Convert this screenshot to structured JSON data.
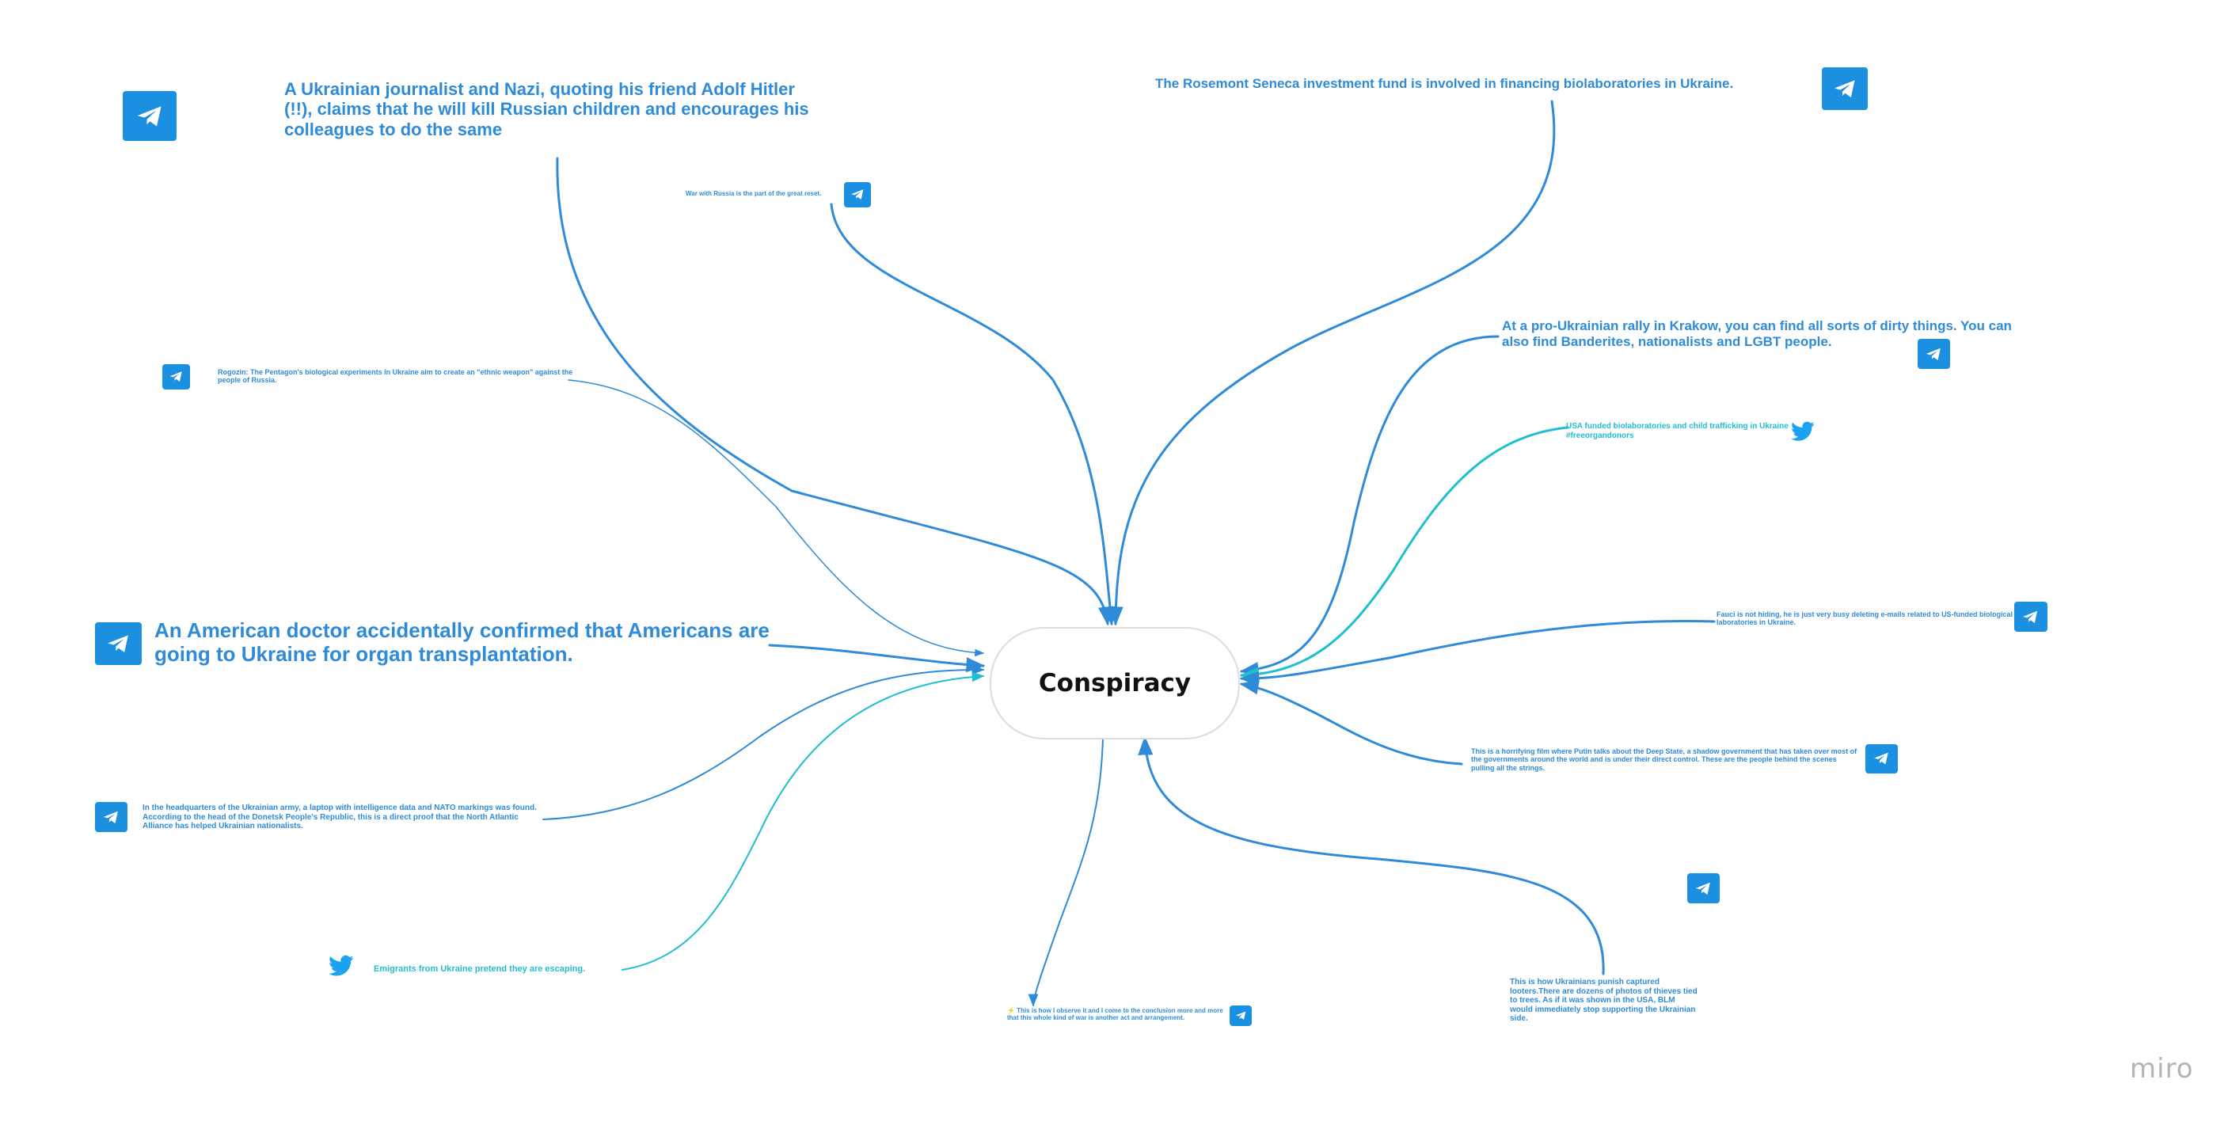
{
  "board": {
    "center_label": "Conspiracy",
    "logo_text": "miro",
    "link_color": "#2f8bd8",
    "teal_color": "#1fbfcf",
    "telegram_color": "#1b8fe0",
    "twitter_color": "#1da1f2"
  },
  "nodes": {
    "journalist_nazi": "A Ukrainian journalist and Nazi, quoting his friend Adolf Hitler (!!), claims that he will kill Russian children and encourages his colleagues to do the same",
    "great_reset": "War with Russia is the part of the great reset.",
    "rosemont": "The Rosemont Seneca investment fund is involved in financing biolaboratories in Ukraine.",
    "rogozin": "Rogozin: The Pentagon's biological experiments in Ukraine aim to create an \"ethnic weapon\" against the people of Russia.",
    "krakow": "At a pro-Ukrainian rally in Krakow, you can find all sorts of dirty things. You can also find Banderites, nationalists and LGBT people.",
    "trafficking": "USA funded biolaboratories and child trafficking in Ukraine #freeorgandonors",
    "organ_transplant": "An American doctor accidentally confirmed that Americans are going to Ukraine for organ transplantation.",
    "fauci": "Fauci is not hiding, he is just very busy deleting e-mails related to US-funded biological laboratories in Ukraine.",
    "deep_state": "This is a horrifying film where Putin talks about the Deep State, a shadow government that has taken over most of the governments around the world and is under their direct control. These are the people behind the scenes pulling all the strings.",
    "nato_laptop": "In the headquarters of the Ukrainian army, a laptop with intelligence data and NATO markings was found. According to the head of the Donetsk People's Republic, this is a direct proof that the North Atlantic Alliance has helped Ukrainian nationalists.",
    "emigrants": "Emigrants from Ukraine pretend they are escaping.",
    "arrangement": "⚡ This is how I observe it and I come to the conclusion more and more that this whole kind of war is another act and arrangement.",
    "looters": "This is how Ukrainians punish captured looters.There are dozens of photos of thieves tied to trees. As if it was shown in the USA, BLM would immediately stop supporting the Ukrainian side."
  }
}
